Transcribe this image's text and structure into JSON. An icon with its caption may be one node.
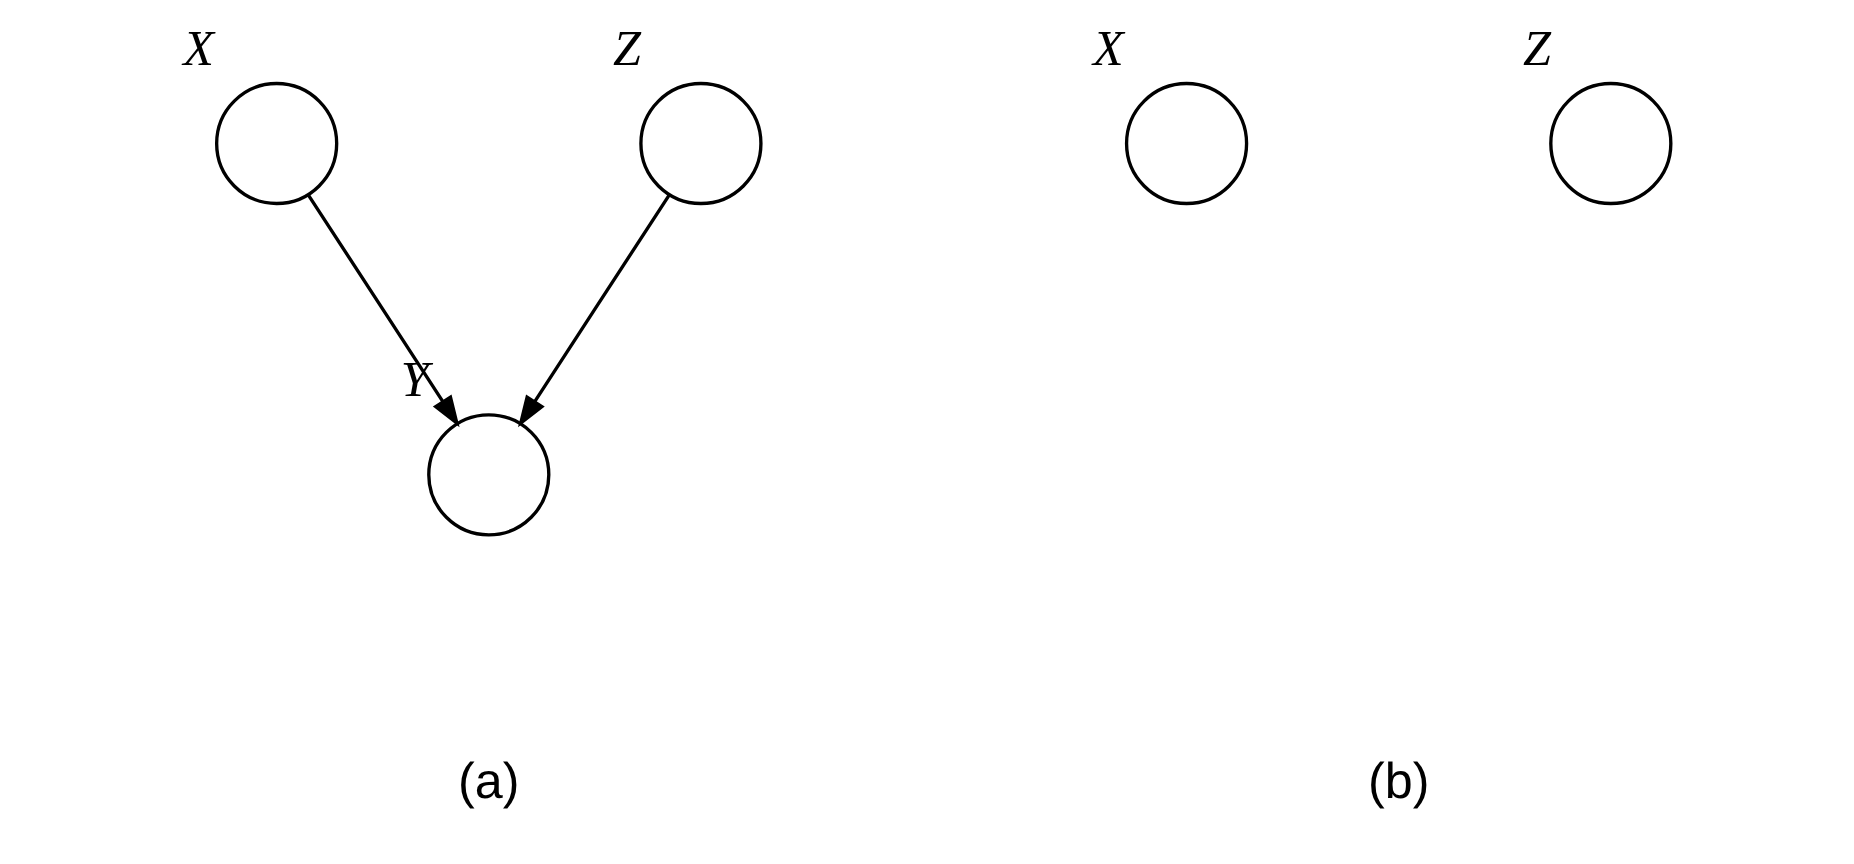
{
  "diagram": {
    "nodes": [
      {
        "text": [
          "X"
        ]
      },
      {
        "text": [
          "Z"
        ]
      },
      {
        "text": [
          "Y"
        ]
      },
      {
        "text": [
          "X"
        ]
      },
      {
        "text": [
          "Z"
        ]
      }
    ],
    "edges": [
      {
        "from": 0,
        "to": 2,
        "arrow": "to"
      },
      {
        "from": 1,
        "to": 2,
        "arrow": "to"
      }
    ],
    "labels": [
      "(a)",
      "(b)"
    ]
  }
}
